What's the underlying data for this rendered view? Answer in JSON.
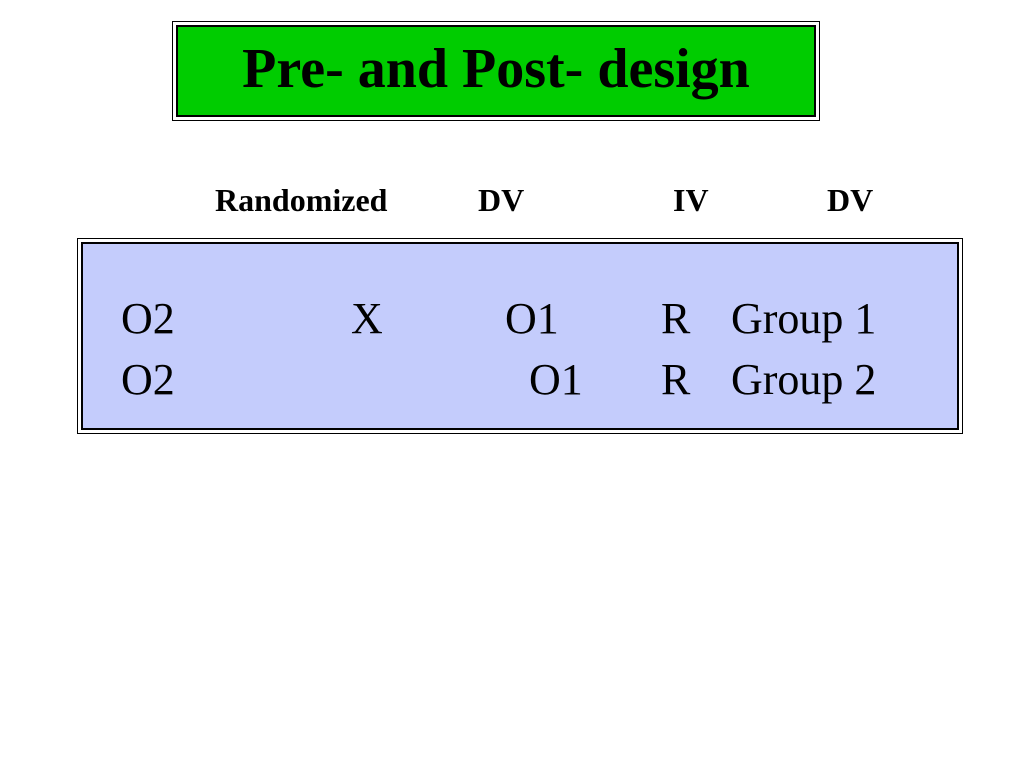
{
  "title": "Pre- and Post- design",
  "column_headers": {
    "randomized": "Randomized",
    "dv_pre": "DV",
    "iv": "IV",
    "dv_post": "DV"
  },
  "rows": [
    {
      "pretest": "O2",
      "treatment": "X",
      "posttest": "O1",
      "assignment": "R",
      "group": "Group 1"
    },
    {
      "pretest": "O2",
      "treatment": "",
      "posttest": "O1",
      "assignment": "R",
      "group": "Group 2"
    }
  ],
  "colors": {
    "title_background": "#00cc00",
    "design_background": "#c4ccfc",
    "border": "#000000",
    "text": "#000000"
  }
}
